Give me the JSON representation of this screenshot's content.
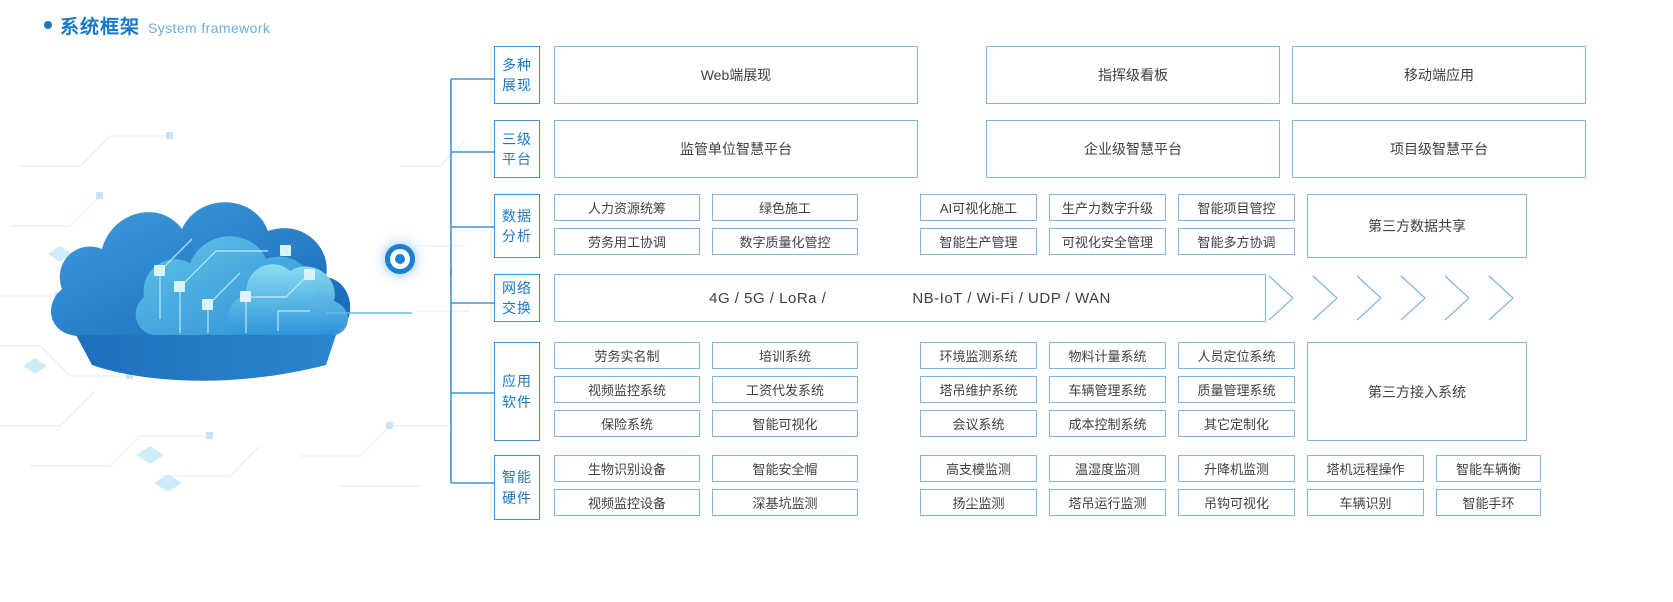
{
  "header": {
    "bullet": "bullet-dot",
    "title_cn": "系统框架",
    "title_en": "System framework",
    "accent": "#1b78c2"
  },
  "artwork": {
    "name": "cloud-computing-illustration",
    "node_label": "network-node",
    "colors": {
      "cloud_dark": "#1766b5",
      "cloud_mid": "#2f8fd6",
      "cloud_light": "#6fd0e8",
      "node": "#1b7fd4",
      "circuit": "#cfe4f5"
    }
  },
  "diagram": {
    "border_color": "#7db7e3",
    "label_color": "#1b78c2",
    "rows": [
      {
        "label": "多种展现",
        "label_l1": "多种",
        "label_l2": "展现",
        "type": "big",
        "boxes": [
          "Web端展现",
          "指挥级看板",
          "移动端应用"
        ]
      },
      {
        "label": "三级平台",
        "label_l1": "三级",
        "label_l2": "平台",
        "type": "big",
        "boxes": [
          "监管单位智慧平台",
          "企业级智慧平台",
          "项目级智慧平台"
        ]
      },
      {
        "label": "数据分析",
        "label_l1": "数据",
        "label_l2": "分析",
        "type": "grid",
        "left_group": [
          [
            "人力资源统筹",
            "绿色施工"
          ],
          [
            "劳务用工协调",
            "数字质量化管控"
          ]
        ],
        "right_group": [
          [
            "AI可视化施工",
            "生产力数字升级",
            "智能项目管控"
          ],
          [
            "智能生产管理",
            "可视化安全管理",
            "智能多方协调"
          ]
        ],
        "aside": "第三方数据共享"
      },
      {
        "label": "网络交换",
        "label_l1": "网络",
        "label_l2": "交换",
        "type": "network",
        "text_left": "4G / 5G / LoRa /",
        "text_right": "NB-IoT / Wi-Fi / UDP / WAN",
        "chevron_count": 6
      },
      {
        "label": "应用软件",
        "label_l1": "应用",
        "label_l2": "软件",
        "type": "grid",
        "left_group": [
          [
            "劳务实名制",
            "培训系统"
          ],
          [
            "视频监控系统",
            "工资代发系统"
          ],
          [
            "保险系统",
            "智能可视化"
          ]
        ],
        "right_group": [
          [
            "环境监测系统",
            "物料计量系统",
            "人员定位系统"
          ],
          [
            "塔吊维护系统",
            "车辆管理系统",
            "质量管理系统"
          ],
          [
            "会议系统",
            "成本控制系统",
            "其它定制化"
          ]
        ],
        "aside": "第三方接入系统"
      },
      {
        "label": "智能硬件",
        "label_l1": "智能",
        "label_l2": "硬件",
        "type": "grid-wide",
        "left_group": [
          [
            "生物识别设备",
            "智能安全帽"
          ],
          [
            "视频监控设备",
            "深基坑监测"
          ]
        ],
        "right_group": [
          [
            "高支模监测",
            "温湿度监测",
            "升降机监测"
          ],
          [
            "扬尘监测",
            "塔吊运行监测",
            "吊钩可视化"
          ]
        ],
        "far_group": [
          [
            "塔机远程操作",
            "智能车辆衡"
          ],
          [
            "车辆识别",
            "智能手环"
          ]
        ]
      }
    ]
  }
}
